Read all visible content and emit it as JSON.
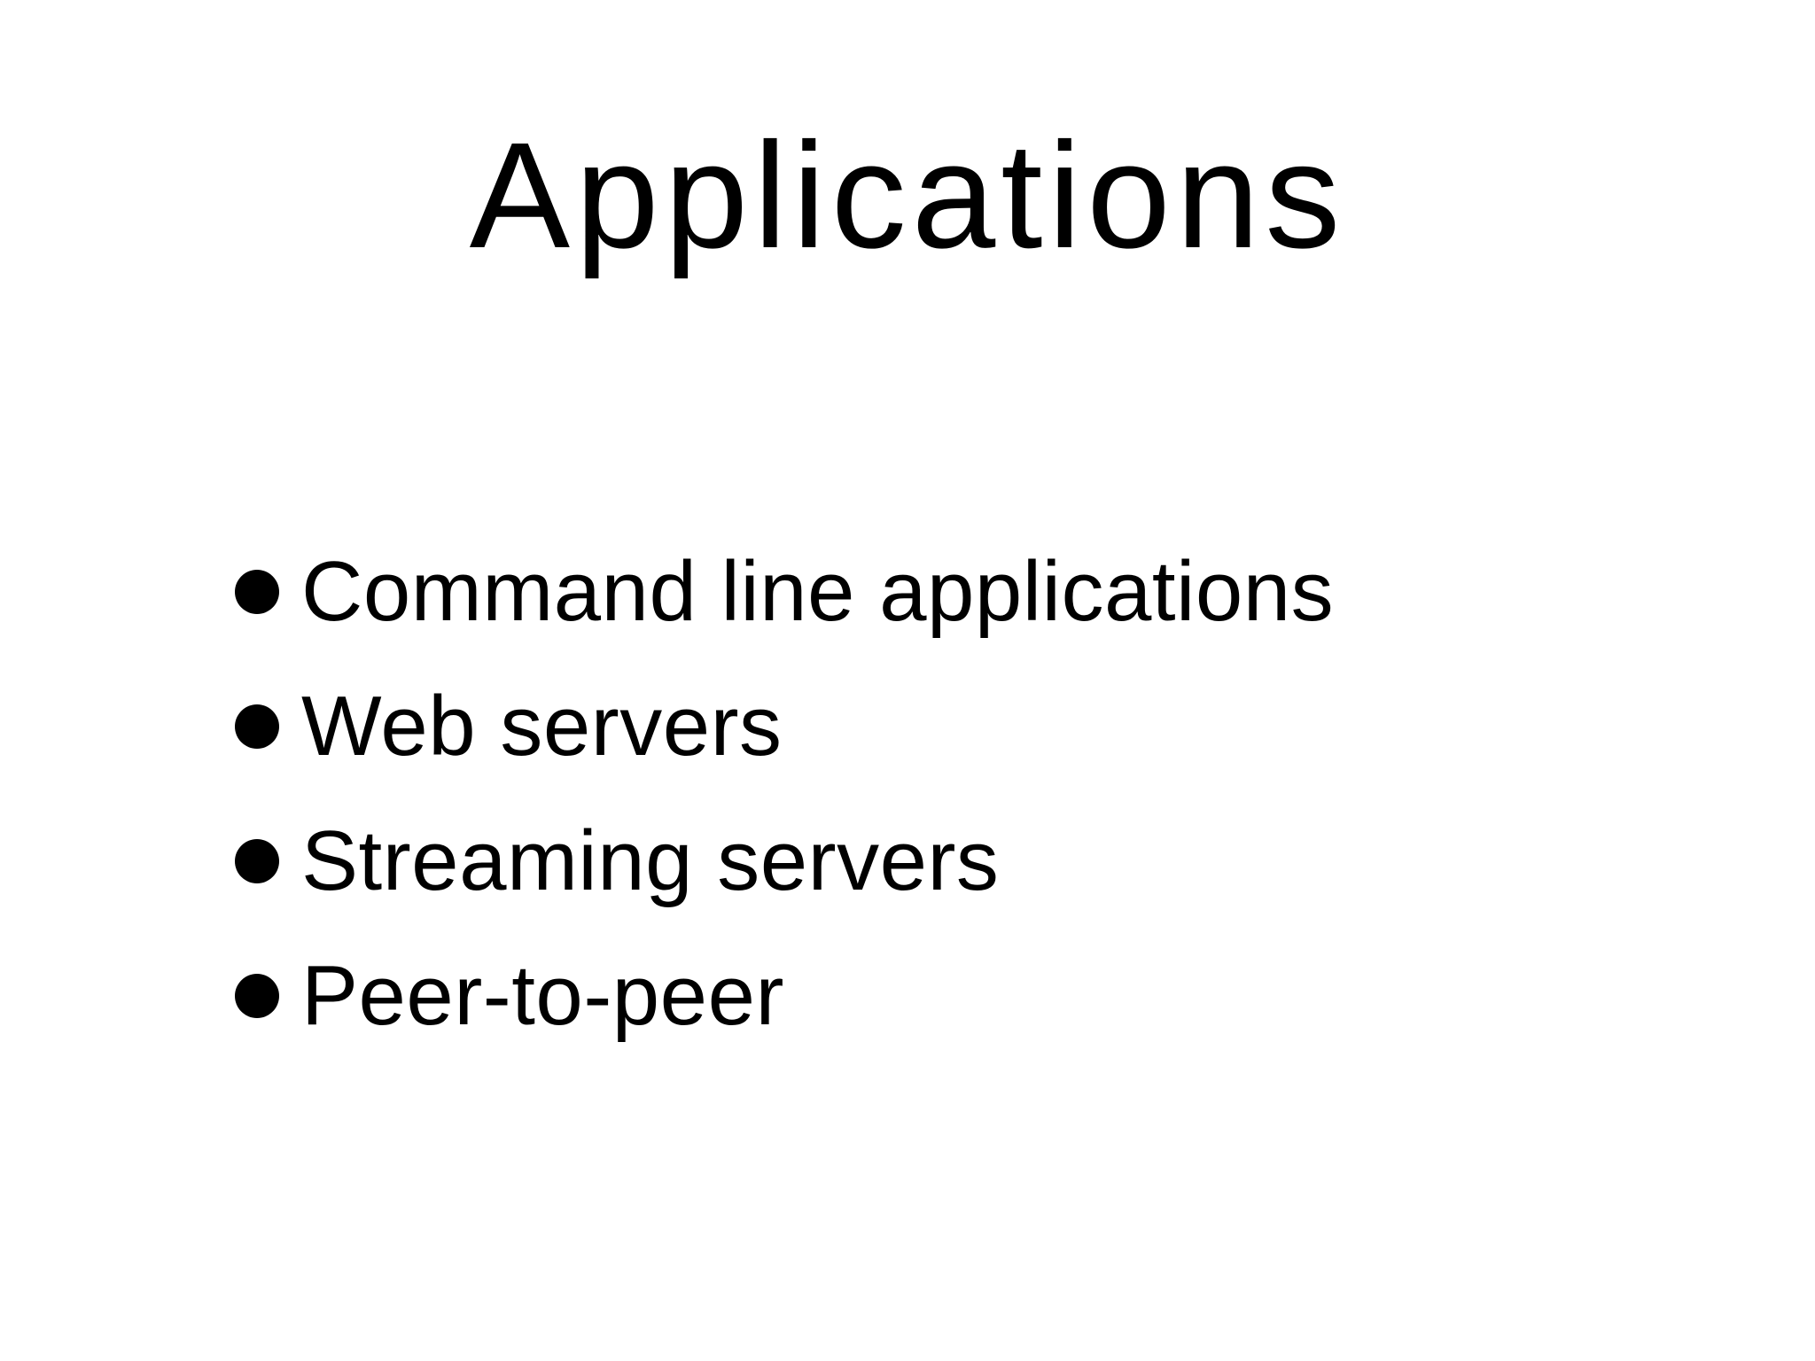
{
  "slide": {
    "title": "Applications",
    "bullets": [
      "Command line applications",
      "Web servers",
      "Streaming servers",
      "Peer-to-peer"
    ]
  },
  "icons": {
    "bullet": "filled-circle-bullet"
  },
  "colors": {
    "background": "#ffffff",
    "text": "#000000",
    "bullet_marker": "#000000"
  }
}
